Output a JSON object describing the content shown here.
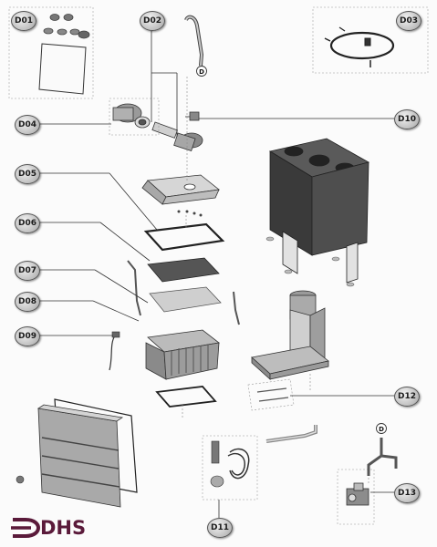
{
  "callouts": {
    "d01": "D01",
    "d02": "D02",
    "d03": "D03",
    "d04": "D04",
    "d05": "D05",
    "d06": "D06",
    "d07": "D07",
    "d08": "D08",
    "d09": "D09",
    "d10": "D10",
    "d11": "D11",
    "d12": "D12",
    "d13": "D13"
  },
  "connector_letter": "D",
  "logo": {
    "text": "DHS",
    "color": "#5a1a3a"
  }
}
